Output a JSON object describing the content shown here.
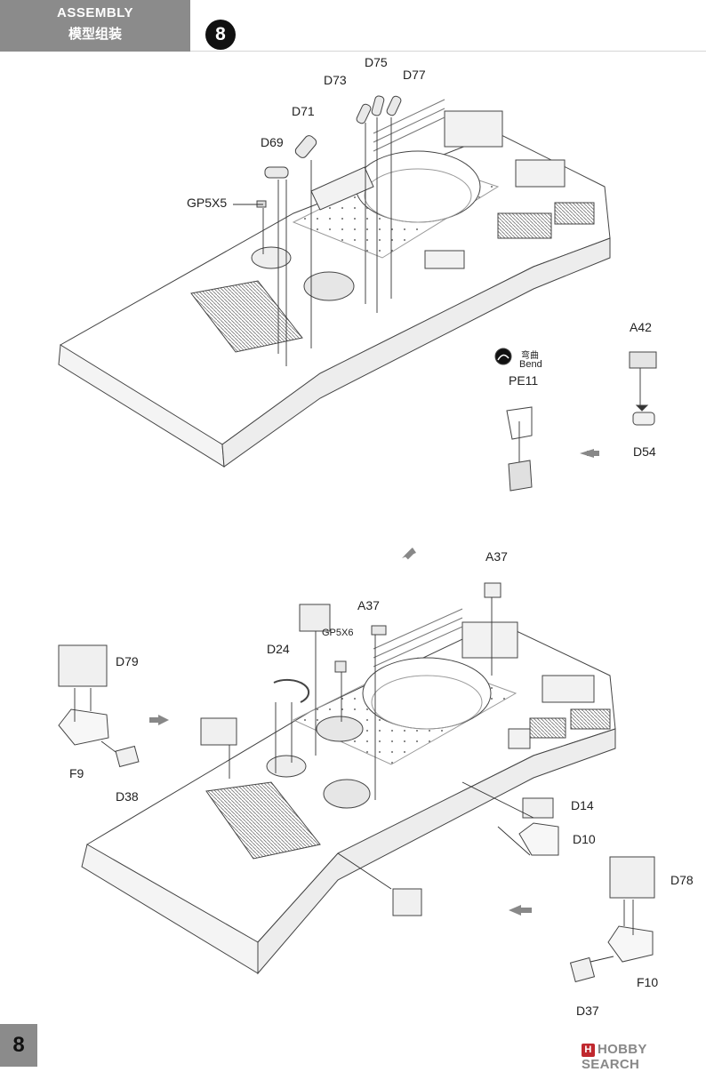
{
  "header": {
    "title_en": "ASSEMBLY",
    "title_cn": "模型组装",
    "step_number": "8"
  },
  "top_diagram": {
    "parts": [
      "D75",
      "D73",
      "D77",
      "D71",
      "D69",
      "GP5X5"
    ],
    "bend_label_cn": "弯曲",
    "bend_label_en": "Bend",
    "bend_part": "PE11",
    "sub_parts": [
      "A42",
      "D54"
    ]
  },
  "bottom_diagram": {
    "parts": [
      "A37",
      "A37",
      "GP5X6",
      "D24",
      "D79",
      "F9",
      "D38",
      "D14",
      "D10",
      "D78",
      "F10",
      "D37"
    ]
  },
  "footer": {
    "page_number": "8",
    "watermark_icon": "H",
    "watermark": "HOBBY SEARCH"
  }
}
